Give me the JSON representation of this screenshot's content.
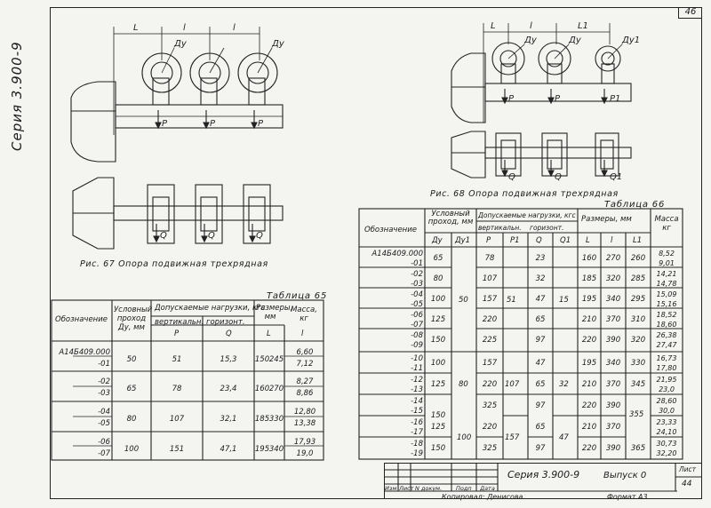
{
  "page": {
    "series_vertical": "Серия 3.900-9",
    "corner_number": "46"
  },
  "figure_67": {
    "caption": "Рис. 67 Опора подвижная трехрядная",
    "dim_l": "L",
    "dim_l_small": "l",
    "label_dy": "Ду",
    "label_p": "P",
    "label_q": "Q"
  },
  "figure_68": {
    "caption": "Рис. 68 Опора подвижная трехрядная",
    "dim_l": "L",
    "dim_l_small": "l",
    "dim_l1": "L1",
    "label_dy": "Ду",
    "label_dy1": "Ду1",
    "label_p": "P",
    "label_p1": "P1",
    "label_q": "Q",
    "label_q1": "Q1"
  },
  "table_65": {
    "title": "Таблица 65",
    "headers": {
      "designation": "Обозначение",
      "nominal": "Условный проход Ду, мм",
      "loads": "Допускаемые нагрузки, кгс",
      "vertical": "вертикальн.",
      "horizontal": "горизонт.",
      "p": "P",
      "q": "Q",
      "dims": "Размеры, мм",
      "L": "L",
      "l": "l",
      "mass": "Масса, кг"
    },
    "rows": [
      {
        "des": "А14Б409.000",
        "dy": "50",
        "p": "51",
        "q": "15,3",
        "L": "150",
        "l": "245",
        "m": "6,60"
      },
      {
        "des": "-01",
        "dy": "",
        "p": "",
        "q": "",
        "L": "",
        "l": "",
        "m": "7,12"
      },
      {
        "des": "-02",
        "dy": "65",
        "p": "78",
        "q": "23,4",
        "L": "160",
        "l": "270",
        "m": "8,27"
      },
      {
        "des": "-03",
        "dy": "",
        "p": "",
        "q": "",
        "L": "",
        "l": "",
        "m": "8,86"
      },
      {
        "des": "-04",
        "dy": "80",
        "p": "107",
        "q": "32,1",
        "L": "185",
        "l": "330",
        "m": "12,80"
      },
      {
        "des": "-05",
        "dy": "",
        "p": "",
        "q": "",
        "L": "",
        "l": "",
        "m": "13,38"
      },
      {
        "des": "-06",
        "dy": "100",
        "p": "151",
        "q": "47,1",
        "L": "195",
        "l": "340",
        "m": "17,93"
      },
      {
        "des": "-07",
        "dy": "",
        "p": "",
        "q": "",
        "L": "",
        "l": "",
        "m": "19,0"
      }
    ]
  },
  "table_66": {
    "title": "Таблица 66",
    "headers": {
      "designation": "Обозначение",
      "nominal": "Условный проход, мм",
      "dy": "Ду",
      "dy1": "Ду1",
      "loads": "Допускаемые нагрузки, кгс",
      "vertical": "вертикальн.",
      "horizontal": "горизонт.",
      "p": "P",
      "p1": "P1",
      "q": "Q",
      "q1": "Q1",
      "dims": "Размеры, мм",
      "L": "L",
      "l": "l",
      "L1": "L1",
      "mass": "Масса кг"
    },
    "rows": [
      {
        "des": "А14Б409.000",
        "dy": "65",
        "p": "78",
        "q": "23",
        "L": "160",
        "l": "270",
        "L1": "260",
        "m": "8,52"
      },
      {
        "des": "-01",
        "dy": "",
        "p": "",
        "q": "",
        "L": "",
        "l": "",
        "L1": "",
        "m": "9,01"
      },
      {
        "des": "-02",
        "dy": "80",
        "p": "107",
        "q": "32",
        "L": "185",
        "l": "320",
        "L1": "285",
        "m": "14,21"
      },
      {
        "des": "-03",
        "dy": "",
        "p": "",
        "q": "",
        "L": "",
        "l": "",
        "L1": "",
        "m": "14,78"
      },
      {
        "des": "-04",
        "dy": "100",
        "p": "157",
        "q": "47",
        "L": "195",
        "l": "340",
        "L1": "295",
        "m": "15,09"
      },
      {
        "des": "-05",
        "dy": "",
        "p": "",
        "q": "",
        "L": "",
        "l": "",
        "L1": "",
        "m": "15,16"
      },
      {
        "des": "-06",
        "dy": "125",
        "p": "220",
        "q": "65",
        "L": "210",
        "l": "370",
        "L1": "310",
        "m": "18,52"
      },
      {
        "des": "-07",
        "dy": "",
        "p": "",
        "q": "",
        "L": "",
        "l": "",
        "L1": "",
        "m": "18,60"
      },
      {
        "des": "-08",
        "dy": "150",
        "p": "225",
        "q": "97",
        "L": "220",
        "l": "390",
        "L1": "320",
        "m": "26,38"
      },
      {
        "des": "-09",
        "dy": "",
        "p": "",
        "q": "",
        "L": "",
        "l": "",
        "L1": "",
        "m": "27,47"
      },
      {
        "des": "-10",
        "dy": "100",
        "p": "157",
        "q": "47",
        "L": "195",
        "l": "340",
        "L1": "330",
        "m": "16,73"
      },
      {
        "des": "-11",
        "dy": "",
        "p": "",
        "q": "",
        "L": "",
        "l": "",
        "L1": "",
        "m": "17,80"
      },
      {
        "des": "-12",
        "dy": "125",
        "p": "220",
        "q": "65",
        "L": "210",
        "l": "370",
        "L1": "345",
        "m": "21,95"
      },
      {
        "des": "-13",
        "dy": "",
        "p": "",
        "q": "",
        "L": "",
        "l": "",
        "L1": "",
        "m": "23,0"
      },
      {
        "des": "-14",
        "dy": "",
        "p": "325",
        "q": "97",
        "L": "220",
        "l": "390",
        "L1": "",
        "m": "28,60"
      },
      {
        "des": "-15",
        "dy": "150",
        "p": "",
        "q": "",
        "L": "",
        "l": "",
        "L1": "",
        "m": "30,0"
      },
      {
        "des": "-16",
        "dy": "125",
        "p": "220",
        "q": "65",
        "L": "210",
        "l": "370",
        "L1": "",
        "m": "23,33"
      },
      {
        "des": "-17",
        "dy": "",
        "p": "",
        "q": "",
        "L": "",
        "l": "",
        "L1": "",
        "m": "24,10"
      },
      {
        "des": "-18",
        "dy": "150",
        "p": "325",
        "q": "97",
        "L": "220",
        "l": "390",
        "L1": "365",
        "m": "30,73"
      },
      {
        "des": "-19",
        "dy": "",
        "p": "",
        "q": "",
        "L": "",
        "l": "",
        "L1": "",
        "m": "32,20"
      }
    ],
    "merged": {
      "dy1_a": "50",
      "p1_a": "51",
      "q1_a": "15",
      "dy1_b": "80",
      "p1_b": "107",
      "q1_b": "32",
      "L1_c": "355",
      "dy1_c": "100",
      "p1_c": "157",
      "q1_c": "47"
    }
  },
  "title_block": {
    "series": "Серия 3.900-9",
    "issue": "Выпуск 0",
    "sheet_label": "Лист",
    "sheet_no": "44",
    "cols": [
      "Изм",
      "Лист",
      "N докум.",
      "Подп",
      "Дата"
    ],
    "copied": "Копировал: Денисова",
    "format": "Формат А3"
  }
}
